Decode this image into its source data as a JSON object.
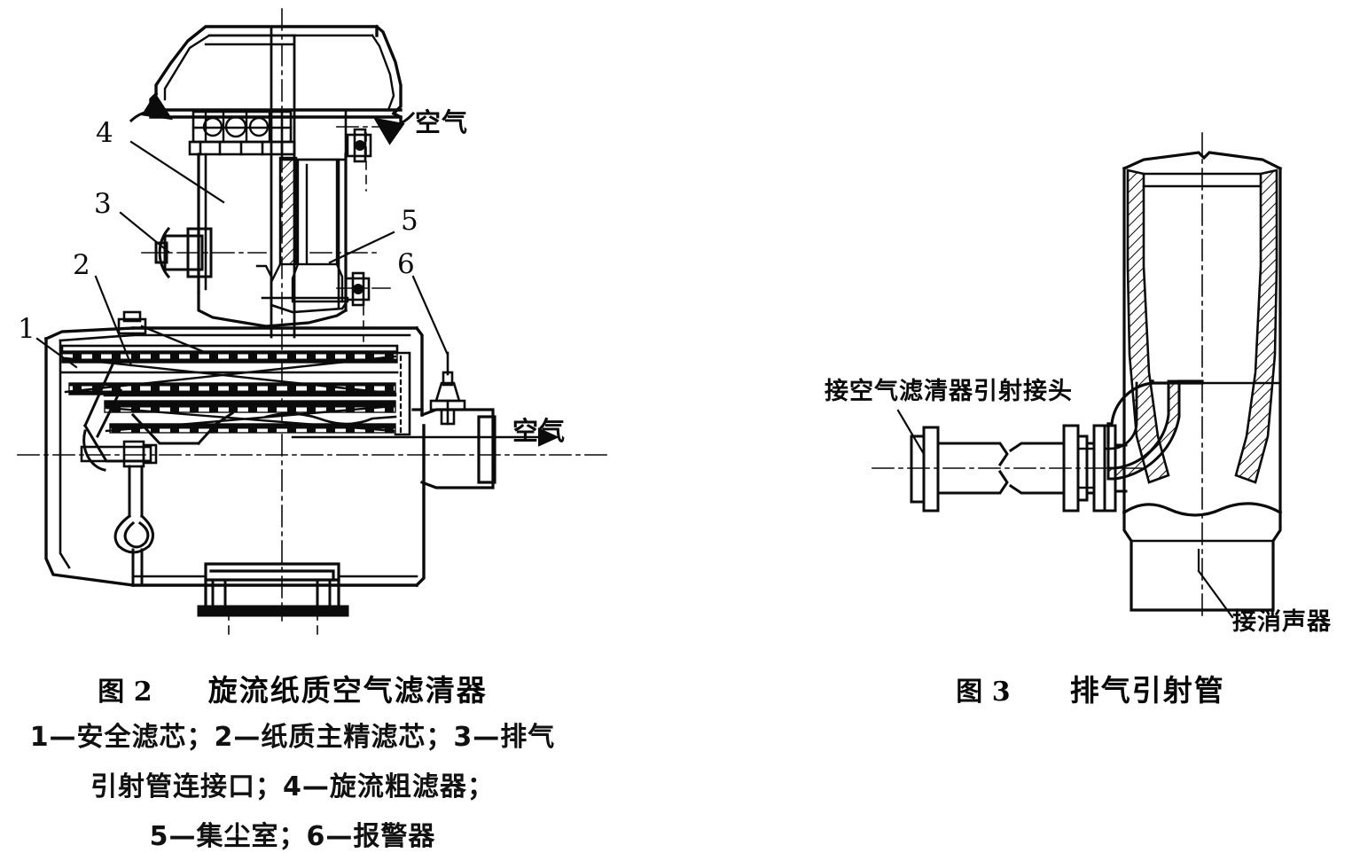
{
  "document": {
    "type": "technical-drawing-page",
    "language": "zh-CN",
    "background_color": "#ffffff",
    "ink_color": "#0b0b0b"
  },
  "figure2": {
    "name": "旋流纸质空气滤清器",
    "caption_fignum": "图 2",
    "caption_title": "旋流纸质空气滤清器",
    "legend_lines": [
      "1—安全滤芯；2—纸质主精滤芯；3—排气",
      "引射管连接口；4—旋流粗滤器；",
      "5—集尘室；6—报警器"
    ],
    "legend_items": [
      {
        "number": "1",
        "label": "安全滤芯"
      },
      {
        "number": "2",
        "label": "纸质主精滤芯"
      },
      {
        "number": "3",
        "label": "排气引射管连接口"
      },
      {
        "number": "4",
        "label": "旋流粗滤器"
      },
      {
        "number": "5",
        "label": "集尘室"
      },
      {
        "number": "6",
        "label": "报警器"
      }
    ],
    "callouts": [
      {
        "id": "1",
        "text": "1"
      },
      {
        "id": "2",
        "text": "2"
      },
      {
        "id": "3",
        "text": "3"
      },
      {
        "id": "4",
        "text": "4"
      },
      {
        "id": "5",
        "text": "5"
      },
      {
        "id": "6",
        "text": "6"
      }
    ],
    "flow_labels": [
      {
        "id": "air-inlet",
        "text": "空气",
        "arrow": "curved-inlet"
      },
      {
        "id": "air-outlet",
        "text": "空气",
        "arrow": "straight-right"
      }
    ]
  },
  "figure3": {
    "name": "排气引射管",
    "caption_fignum": "图 3",
    "caption_title": "排气引射管",
    "callouts": [
      {
        "id": "ejector-connection",
        "text": "接空气滤清器引射接头"
      },
      {
        "id": "muffler-connection",
        "text": "接消声器"
      }
    ]
  }
}
